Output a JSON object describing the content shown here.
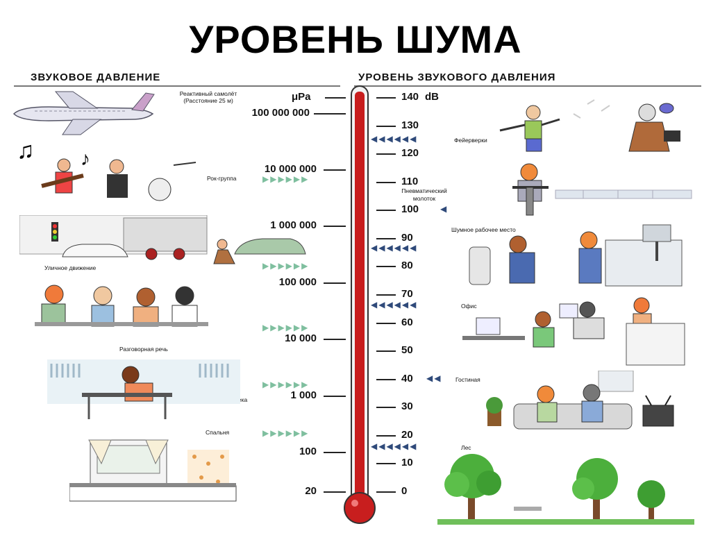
{
  "title": "УРОВЕНЬ ШУМА",
  "left_header": "ЗВУКОВОЕ ДАВЛЕНИЕ",
  "right_header": "УРОВЕНЬ ЗВУКОВОГО ДАВЛЕНИЯ",
  "left_unit": "μPa",
  "right_unit": "dB",
  "left_scale": [
    "100 000 000",
    "10 000 000",
    "1 000 000",
    "100 000",
    "10 000",
    "1 000",
    "100",
    "20"
  ],
  "right_scale": [
    "140",
    "130",
    "120",
    "110",
    "100",
    "90",
    "80",
    "70",
    "60",
    "50",
    "40",
    "30",
    "20",
    "10",
    "0"
  ],
  "left_captions": {
    "jet_line1": "Реактивный самолёт",
    "jet_line2": "(Расстояние 25 м)",
    "rock": "Рок-группа",
    "traffic": "Уличное движение",
    "speech": "Разговорная речь",
    "library": "Библиотека",
    "bedroom": "Спальня"
  },
  "right_captions": {
    "fireworks": "Фейерверки",
    "hammer_line1": "Пневматический",
    "hammer_line2": "молоток",
    "workplace": "Шумное рабочее место",
    "office": "Офис",
    "living_room": "Гостиная",
    "forest": "Лес"
  },
  "colors": {
    "thermometer_red": "#c81e1e",
    "arrow_green": "#7fbf9f",
    "arrow_blue": "#2f4a7a"
  }
}
